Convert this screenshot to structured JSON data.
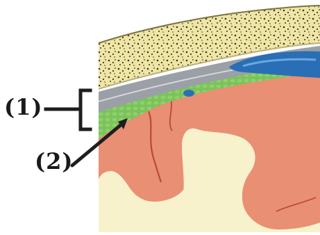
{
  "labels": {
    "one": "(1)",
    "two": "(2)"
  },
  "colors": {
    "background": "#ffffff",
    "skull_bone": "#efe6a6",
    "skull_texture": "#3b3622",
    "meninges_gray": "#9aa0a6",
    "vessel_blue": "#2a6fb5",
    "arachnoid_green": "#7ac35a",
    "cortex_salmon": "#e98f73",
    "white_matter": "#f8f2cc",
    "pointer_dark": "#1e1e1e"
  },
  "icons": {
    "bracket": "bracket-shape",
    "arrow": "arrow-pointer"
  }
}
